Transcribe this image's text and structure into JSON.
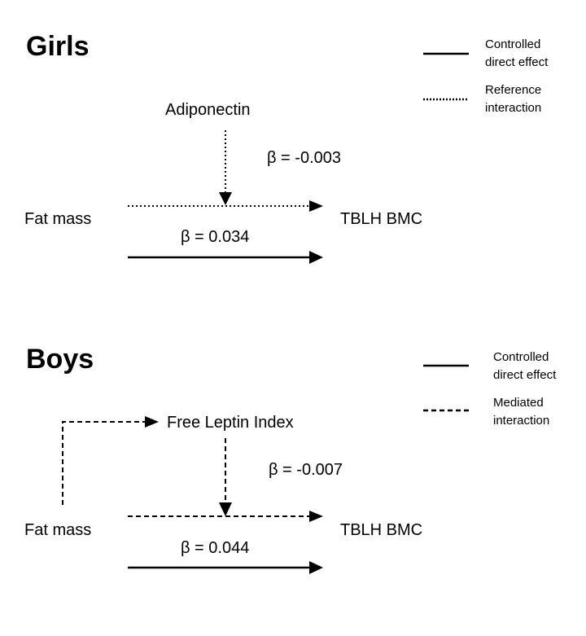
{
  "girls": {
    "title": "Girls",
    "legend": [
      {
        "line1": "Controlled",
        "line2": "direct effect",
        "style": "solid"
      },
      {
        "line1": "Reference",
        "line2": "interaction",
        "style": "dotted"
      }
    ],
    "moderator": "Adiponectin",
    "moderator_beta": "β = -0.003",
    "exposure": "Fat mass",
    "outcome": "TBLH BMC",
    "direct_beta": "β = 0.034"
  },
  "boys": {
    "title": "Boys",
    "legend": [
      {
        "line1": "Controlled",
        "line2": "direct effect",
        "style": "solid"
      },
      {
        "line1": "Mediated",
        "line2": "interaction",
        "style": "dashed"
      }
    ],
    "mediator": "Free Leptin Index",
    "mediator_beta": "β = -0.007",
    "exposure": "Fat mass",
    "outcome": "TBLH BMC",
    "direct_beta": "β = 0.044"
  },
  "colors": {
    "line": "#000000"
  }
}
